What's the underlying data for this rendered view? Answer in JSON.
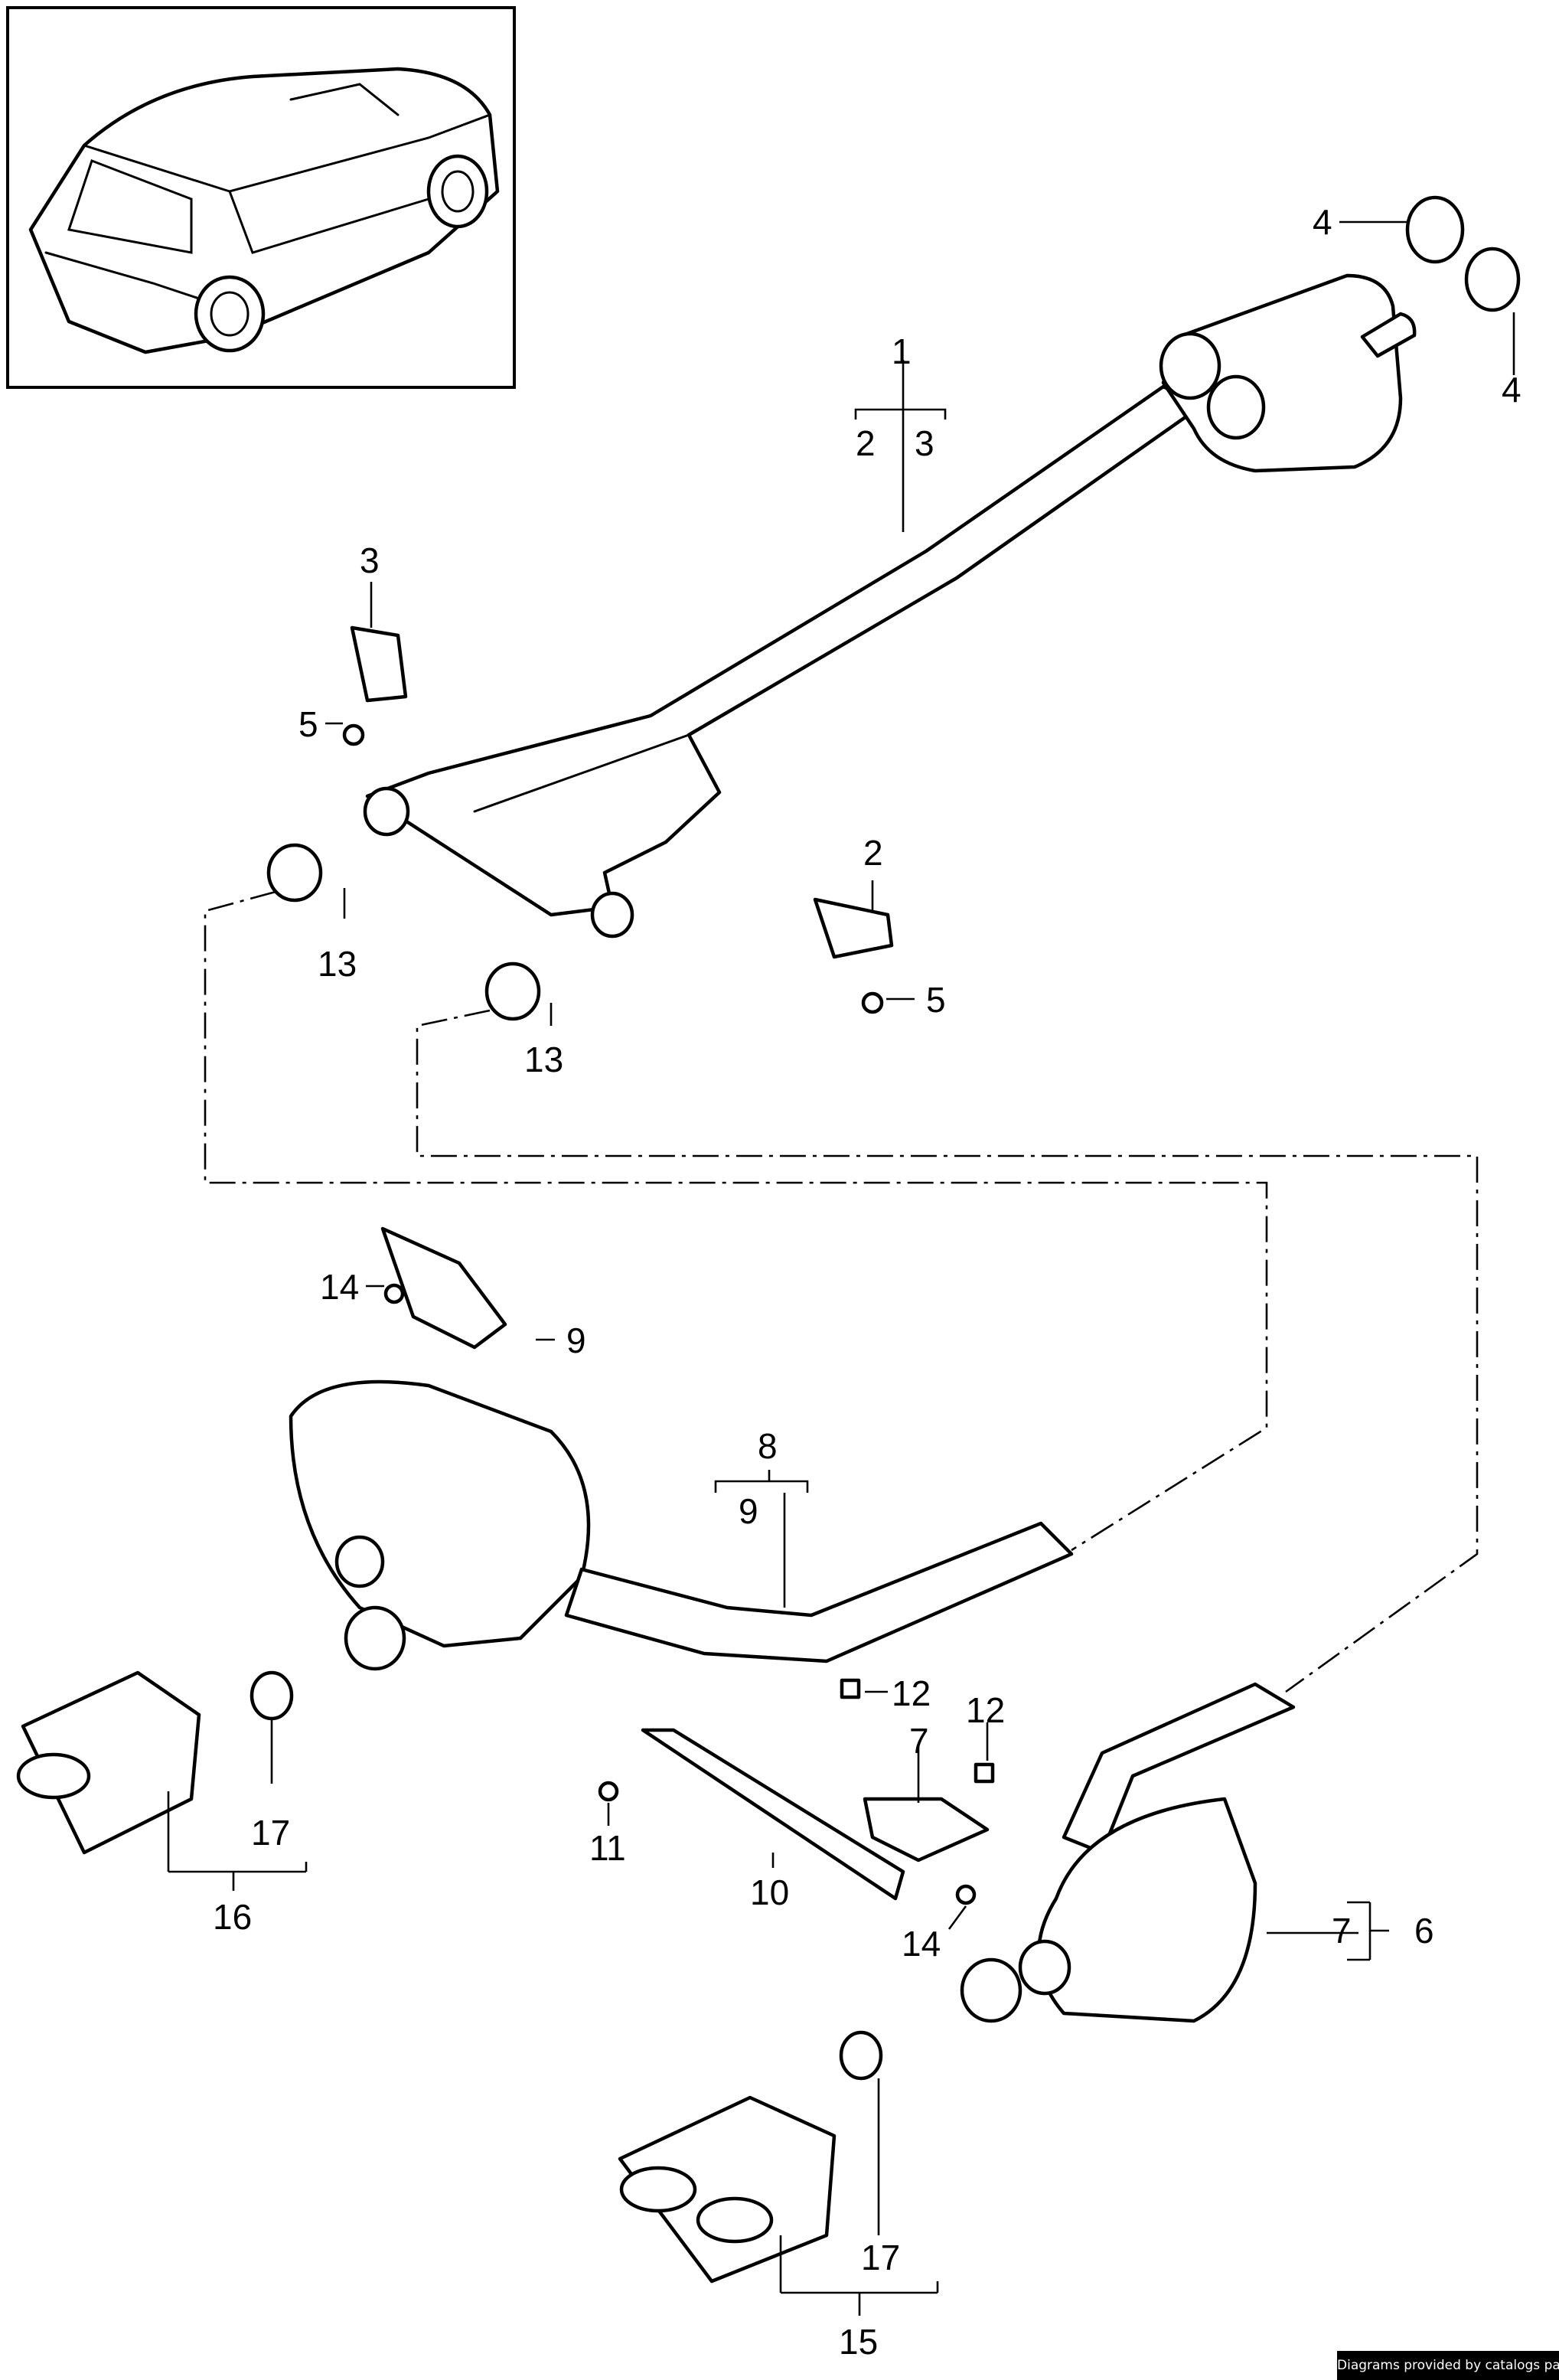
{
  "labels": {
    "p1": "1",
    "p1a": "2",
    "p1b": "3",
    "p2": "2",
    "p3": "3",
    "p4a": "4",
    "p4b": "4",
    "p5a": "5",
    "p5b": "5",
    "p6": "6",
    "p7a": "7",
    "p7b": "7",
    "p8": "8",
    "p9a": "9",
    "p9b": "9",
    "p10": "10",
    "p11": "11",
    "p12a": "12",
    "p12b": "12",
    "p13a": "13",
    "p13b": "13",
    "p14a": "14",
    "p14b": "14",
    "p15": "15",
    "p16": "16",
    "p17a": "17",
    "p17b": "17"
  },
  "credit": "Diagrams provided by catalogs parts"
}
